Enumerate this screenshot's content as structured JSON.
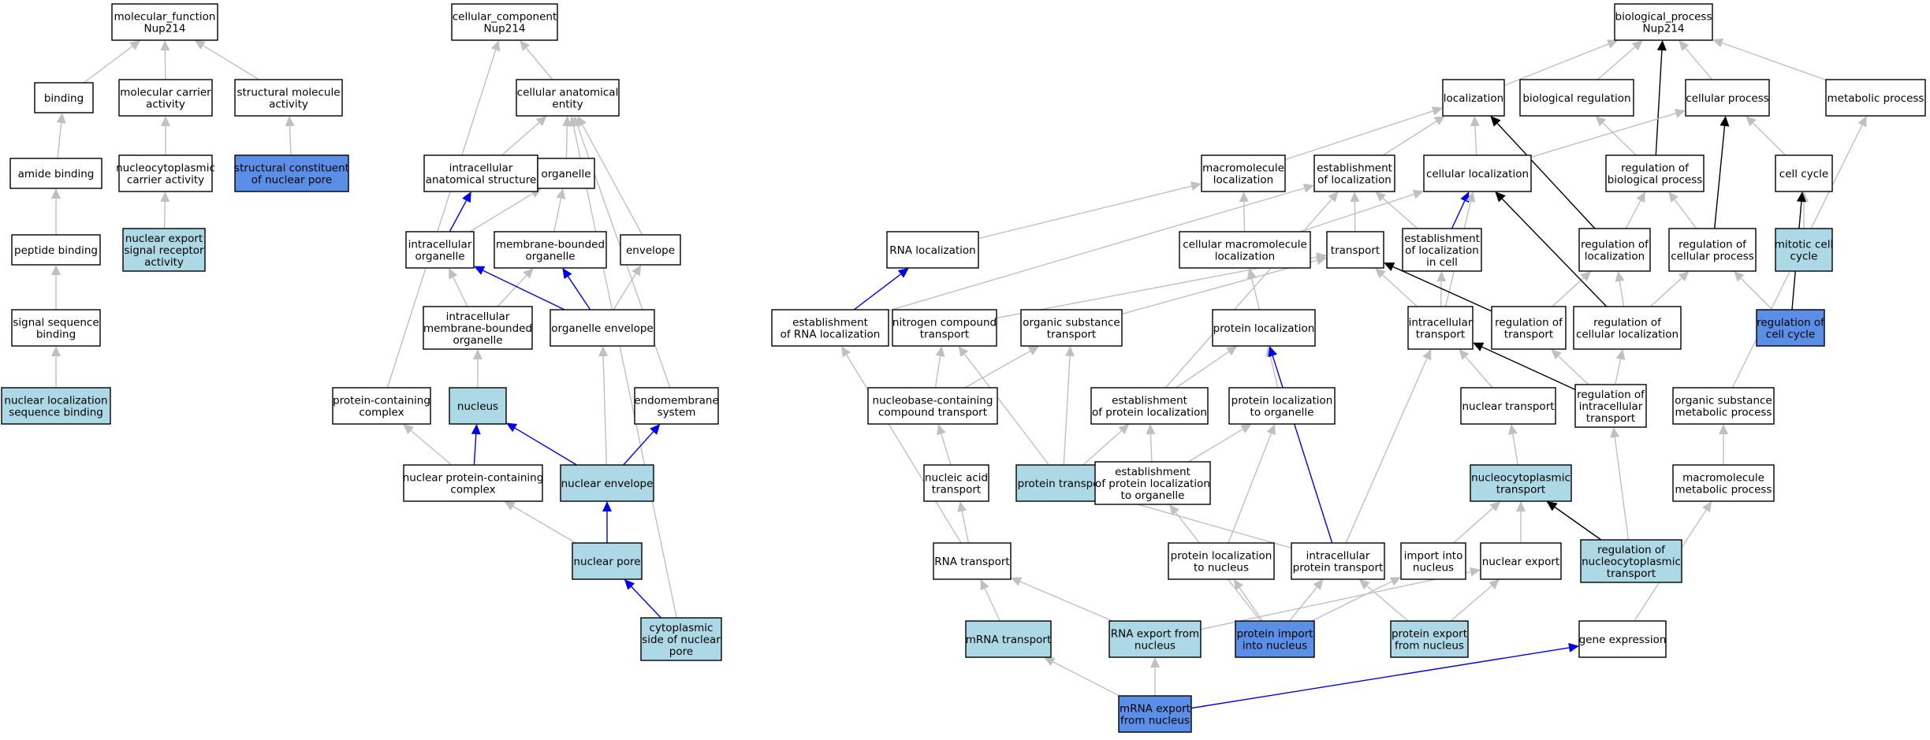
{
  "colors": {
    "white": "#ffffff",
    "light": "#add8e6",
    "dark": "#5b8ee6",
    "grey_edge": "#c0c0c0",
    "blue_edge": "#0000ee",
    "black_edge": "#000000"
  },
  "nodes": [
    {
      "id": "mf",
      "lines": [
        "molecular_function",
        "Nup214"
      ],
      "fill": "white"
    },
    {
      "id": "binding",
      "lines": [
        "binding"
      ],
      "fill": "white"
    },
    {
      "id": "molcarrier",
      "lines": [
        "molecular carrier",
        "activity"
      ],
      "fill": "white"
    },
    {
      "id": "structmol",
      "lines": [
        "structural molecule",
        "activity"
      ],
      "fill": "white"
    },
    {
      "id": "amide",
      "lines": [
        "amide binding"
      ],
      "fill": "white"
    },
    {
      "id": "nccarrier",
      "lines": [
        "nucleocytoplasmic",
        "carrier activity"
      ],
      "fill": "white"
    },
    {
      "id": "structnp",
      "lines": [
        "structural constituent",
        "of nuclear pore"
      ],
      "fill": "dark"
    },
    {
      "id": "peptide",
      "lines": [
        "peptide binding"
      ],
      "fill": "white"
    },
    {
      "id": "nesr",
      "lines": [
        "nuclear export",
        "signal receptor",
        "activity"
      ],
      "fill": "light"
    },
    {
      "id": "sigseq",
      "lines": [
        "signal sequence",
        "binding"
      ],
      "fill": "white"
    },
    {
      "id": "nlsb",
      "lines": [
        "nuclear localization",
        "sequence binding"
      ],
      "fill": "light"
    },
    {
      "id": "cc",
      "lines": [
        "cellular_component",
        "Nup214"
      ],
      "fill": "white"
    },
    {
      "id": "cae",
      "lines": [
        "cellular anatomical",
        "entity"
      ],
      "fill": "white"
    },
    {
      "id": "ias",
      "lines": [
        "intracellular",
        "anatomical structure"
      ],
      "fill": "white"
    },
    {
      "id": "organelle",
      "lines": [
        "organelle"
      ],
      "fill": "white"
    },
    {
      "id": "io",
      "lines": [
        "intracellular",
        "organelle"
      ],
      "fill": "white"
    },
    {
      "id": "mbo",
      "lines": [
        "membrane-bounded",
        "organelle"
      ],
      "fill": "white"
    },
    {
      "id": "envelope",
      "lines": [
        "envelope"
      ],
      "fill": "white"
    },
    {
      "id": "imbo",
      "lines": [
        "intracellular",
        "membrane-bounded",
        "organelle"
      ],
      "fill": "white"
    },
    {
      "id": "oenv",
      "lines": [
        "organelle envelope"
      ],
      "fill": "white"
    },
    {
      "id": "pcc",
      "lines": [
        "protein-containing",
        "complex"
      ],
      "fill": "white"
    },
    {
      "id": "nucleus",
      "lines": [
        "nucleus"
      ],
      "fill": "light"
    },
    {
      "id": "endo",
      "lines": [
        "endomembrane",
        "system"
      ],
      "fill": "white"
    },
    {
      "id": "npcc",
      "lines": [
        "nuclear protein-containing",
        "complex"
      ],
      "fill": "white"
    },
    {
      "id": "nenv",
      "lines": [
        "nuclear envelope"
      ],
      "fill": "light"
    },
    {
      "id": "npore",
      "lines": [
        "nuclear pore"
      ],
      "fill": "light"
    },
    {
      "id": "cytnp",
      "lines": [
        "cytoplasmic",
        "side of nuclear",
        "pore"
      ],
      "fill": "light"
    },
    {
      "id": "bp",
      "lines": [
        "biological_process",
        "Nup214"
      ],
      "fill": "white"
    },
    {
      "id": "loc",
      "lines": [
        "localization"
      ],
      "fill": "white"
    },
    {
      "id": "bioreg",
      "lines": [
        "biological regulation"
      ],
      "fill": "white"
    },
    {
      "id": "cellproc",
      "lines": [
        "cellular process"
      ],
      "fill": "white"
    },
    {
      "id": "metab",
      "lines": [
        "metabolic process"
      ],
      "fill": "white"
    },
    {
      "id": "macroloc",
      "lines": [
        "macromolecule",
        "localization"
      ],
      "fill": "white"
    },
    {
      "id": "estloc",
      "lines": [
        "establishment",
        "of localization"
      ],
      "fill": "white"
    },
    {
      "id": "cellloc",
      "lines": [
        "cellular localization"
      ],
      "fill": "white"
    },
    {
      "id": "regbio",
      "lines": [
        "regulation of",
        "biological process"
      ],
      "fill": "white"
    },
    {
      "id": "cellcycle",
      "lines": [
        "cell cycle"
      ],
      "fill": "white"
    },
    {
      "id": "rnaloc",
      "lines": [
        "RNA localization"
      ],
      "fill": "white"
    },
    {
      "id": "cmloc",
      "lines": [
        "cellular macromolecule",
        "localization"
      ],
      "fill": "white"
    },
    {
      "id": "transport",
      "lines": [
        "transport"
      ],
      "fill": "white"
    },
    {
      "id": "estlocincell",
      "lines": [
        "establishment",
        "of localization",
        "in cell"
      ],
      "fill": "white"
    },
    {
      "id": "regloc",
      "lines": [
        "regulation of",
        "localization"
      ],
      "fill": "white"
    },
    {
      "id": "regcp",
      "lines": [
        "regulation of",
        "cellular process"
      ],
      "fill": "white"
    },
    {
      "id": "mitotic",
      "lines": [
        "mitotic cell",
        "cycle"
      ],
      "fill": "light"
    },
    {
      "id": "estrna",
      "lines": [
        "establishment",
        "of RNA localization"
      ],
      "fill": "white"
    },
    {
      "id": "ncmp",
      "lines": [
        "nitrogen compound",
        "transport"
      ],
      "fill": "white"
    },
    {
      "id": "ost",
      "lines": [
        "organic substance",
        "transport"
      ],
      "fill": "white"
    },
    {
      "id": "protloc",
      "lines": [
        "protein localization"
      ],
      "fill": "white"
    },
    {
      "id": "ictrans",
      "lines": [
        "intracellular",
        "transport"
      ],
      "fill": "white"
    },
    {
      "id": "regtrans",
      "lines": [
        "regulation of",
        "transport"
      ],
      "fill": "white"
    },
    {
      "id": "regcellloc",
      "lines": [
        "regulation of",
        "cellular localization"
      ],
      "fill": "white"
    },
    {
      "id": "regcc",
      "lines": [
        "regulation of",
        "cell cycle"
      ],
      "fill": "dark"
    },
    {
      "id": "nbct",
      "lines": [
        "nucleobase-containing",
        "compound transport"
      ],
      "fill": "white"
    },
    {
      "id": "estprot",
      "lines": [
        "establishment",
        "of protein localization"
      ],
      "fill": "white"
    },
    {
      "id": "protlocorg",
      "lines": [
        "protein localization",
        "to organelle"
      ],
      "fill": "white"
    },
    {
      "id": "nuctrans",
      "lines": [
        "nuclear transport"
      ],
      "fill": "white"
    },
    {
      "id": "regict",
      "lines": [
        "regulation of",
        "intracellular",
        "transport"
      ],
      "fill": "white"
    },
    {
      "id": "osmp",
      "lines": [
        "organic substance",
        "metabolic process"
      ],
      "fill": "white"
    },
    {
      "id": "nat",
      "lines": [
        "nucleic acid",
        "transport"
      ],
      "fill": "white"
    },
    {
      "id": "prottrans",
      "lines": [
        "protein transport"
      ],
      "fill": "light"
    },
    {
      "id": "estprotorg",
      "lines": [
        "establishment",
        "of protein localization",
        "to organelle"
      ],
      "fill": "white"
    },
    {
      "id": "nctrans",
      "lines": [
        "nucleocytoplasmic",
        "transport"
      ],
      "fill": "light"
    },
    {
      "id": "mmp",
      "lines": [
        "macromolecule",
        "metabolic process"
      ],
      "fill": "white"
    },
    {
      "id": "rnatrans",
      "lines": [
        "RNA transport"
      ],
      "fill": "white"
    },
    {
      "id": "protlocnuc",
      "lines": [
        "protein localization",
        "to nucleus"
      ],
      "fill": "white"
    },
    {
      "id": "icprottrans",
      "lines": [
        "intracellular",
        "protein transport"
      ],
      "fill": "white"
    },
    {
      "id": "importnuc",
      "lines": [
        "import into",
        "nucleus"
      ],
      "fill": "white"
    },
    {
      "id": "nexport",
      "lines": [
        "nuclear export"
      ],
      "fill": "white"
    },
    {
      "id": "regnct",
      "lines": [
        "regulation of",
        "nucleocytoplasmic",
        "transport"
      ],
      "fill": "light"
    },
    {
      "id": "mrnatrans",
      "lines": [
        "mRNA transport"
      ],
      "fill": "light"
    },
    {
      "id": "rnaexport",
      "lines": [
        "RNA export from",
        "nucleus"
      ],
      "fill": "light"
    },
    {
      "id": "protimport",
      "lines": [
        "protein import",
        "into nucleus"
      ],
      "fill": "dark"
    },
    {
      "id": "protexport",
      "lines": [
        "protein export",
        "from nucleus"
      ],
      "fill": "light"
    },
    {
      "id": "geneexp",
      "lines": [
        "gene expression"
      ],
      "fill": "white"
    },
    {
      "id": "mrnaexport",
      "lines": [
        "mRNA export",
        "from nucleus"
      ],
      "fill": "dark"
    }
  ],
  "edges": [
    [
      "binding",
      "mf",
      "grey"
    ],
    [
      "molcarrier",
      "mf",
      "grey"
    ],
    [
      "structmol",
      "mf",
      "grey"
    ],
    [
      "amide",
      "binding",
      "grey"
    ],
    [
      "nccarrier",
      "molcarrier",
      "grey"
    ],
    [
      "structnp",
      "structmol",
      "grey"
    ],
    [
      "peptide",
      "amide",
      "grey"
    ],
    [
      "nesr",
      "nccarrier",
      "grey"
    ],
    [
      "sigseq",
      "peptide",
      "grey"
    ],
    [
      "nlsb",
      "sigseq",
      "grey"
    ],
    [
      "cae",
      "cc",
      "grey"
    ],
    [
      "pcc",
      "cc",
      "grey"
    ],
    [
      "ias",
      "cae",
      "grey"
    ],
    [
      "organelle",
      "cae",
      "grey"
    ],
    [
      "envelope",
      "cae",
      "grey"
    ],
    [
      "endo",
      "cae",
      "grey"
    ],
    [
      "cytnp",
      "cae",
      "grey"
    ],
    [
      "io",
      "ias",
      "blue"
    ],
    [
      "io",
      "organelle",
      "grey"
    ],
    [
      "mbo",
      "organelle",
      "grey"
    ],
    [
      "imbo",
      "io",
      "grey"
    ],
    [
      "imbo",
      "mbo",
      "grey"
    ],
    [
      "oenv",
      "io",
      "blue"
    ],
    [
      "oenv",
      "mbo",
      "blue"
    ],
    [
      "oenv",
      "envelope",
      "grey"
    ],
    [
      "nucleus",
      "imbo",
      "grey"
    ],
    [
      "npcc",
      "pcc",
      "grey"
    ],
    [
      "npcc",
      "nucleus",
      "blue"
    ],
    [
      "nenv",
      "nucleus",
      "blue"
    ],
    [
      "nenv",
      "oenv",
      "grey"
    ],
    [
      "nenv",
      "endo",
      "blue"
    ],
    [
      "npore",
      "npcc",
      "grey"
    ],
    [
      "npore",
      "nenv",
      "blue"
    ],
    [
      "cytnp",
      "npore",
      "blue"
    ],
    [
      "loc",
      "bp",
      "grey"
    ],
    [
      "bioreg",
      "bp",
      "grey"
    ],
    [
      "cellproc",
      "bp",
      "grey"
    ],
    [
      "metab",
      "bp",
      "grey"
    ],
    [
      "regbio",
      "bp",
      "black"
    ],
    [
      "macroloc",
      "loc",
      "grey"
    ],
    [
      "estloc",
      "loc",
      "grey"
    ],
    [
      "cellloc",
      "loc",
      "grey"
    ],
    [
      "cellloc",
      "cellproc",
      "grey"
    ],
    [
      "regbio",
      "bioreg",
      "grey"
    ],
    [
      "cellcycle",
      "cellproc",
      "grey"
    ],
    [
      "regcp",
      "cellproc",
      "black"
    ],
    [
      "rnaloc",
      "macroloc",
      "grey"
    ],
    [
      "cmloc",
      "macroloc",
      "grey"
    ],
    [
      "transport",
      "estloc",
      "grey"
    ],
    [
      "estlocincell",
      "estloc",
      "grey"
    ],
    [
      "estlocincell",
      "cellloc",
      "blue"
    ],
    [
      "cmloc",
      "cellloc",
      "grey"
    ],
    [
      "regloc",
      "regbio",
      "grey"
    ],
    [
      "regcp",
      "regbio",
      "grey"
    ],
    [
      "regloc",
      "loc",
      "black"
    ],
    [
      "mitotic",
      "cellcycle",
      "grey"
    ],
    [
      "regcc",
      "cellcycle",
      "black"
    ],
    [
      "regcc",
      "regcp",
      "grey"
    ],
    [
      "estrna",
      "rnaloc",
      "blue"
    ],
    [
      "estrna",
      "estloc",
      "grey"
    ],
    [
      "ncmp",
      "transport",
      "grey"
    ],
    [
      "ost",
      "transport",
      "grey"
    ],
    [
      "protloc",
      "cmloc",
      "grey"
    ],
    [
      "ictrans",
      "transport",
      "grey"
    ],
    [
      "ictrans",
      "estlocincell",
      "grey"
    ],
    [
      "ictrans",
      "cellloc",
      "grey"
    ],
    [
      "regtrans",
      "regloc",
      "grey"
    ],
    [
      "regtrans",
      "transport",
      "black"
    ],
    [
      "regcellloc",
      "regloc",
      "grey"
    ],
    [
      "regcellloc",
      "regcp",
      "grey"
    ],
    [
      "regcellloc",
      "cellloc",
      "black"
    ],
    [
      "nbct",
      "ncmp",
      "grey"
    ],
    [
      "nbct",
      "ost",
      "grey"
    ],
    [
      "estprot",
      "protloc",
      "grey"
    ],
    [
      "estprot",
      "estloc",
      "grey"
    ],
    [
      "protlocorg",
      "protloc",
      "grey"
    ],
    [
      "nuctrans",
      "ictrans",
      "grey"
    ],
    [
      "regict",
      "regtrans",
      "grey"
    ],
    [
      "regict",
      "regcellloc",
      "grey"
    ],
    [
      "regict",
      "ictrans",
      "black"
    ],
    [
      "osmp",
      "metab",
      "grey"
    ],
    [
      "nat",
      "nbct",
      "grey"
    ],
    [
      "prottrans",
      "ost",
      "grey"
    ],
    [
      "prottrans",
      "ncmp",
      "grey"
    ],
    [
      "prottrans",
      "estprot",
      "grey"
    ],
    [
      "estprotorg",
      "estprot",
      "grey"
    ],
    [
      "estprotorg",
      "protlocorg",
      "grey"
    ],
    [
      "nctrans",
      "nuctrans",
      "grey"
    ],
    [
      "regnct",
      "nctrans",
      "black"
    ],
    [
      "regnct",
      "regict",
      "grey"
    ],
    [
      "mmp",
      "osmp",
      "grey"
    ],
    [
      "rnatrans",
      "nat",
      "grey"
    ],
    [
      "rnatrans",
      "estrna",
      "grey"
    ],
    [
      "protlocnuc",
      "protlocorg",
      "grey"
    ],
    [
      "icprottrans",
      "prottrans",
      "grey"
    ],
    [
      "icprottrans",
      "ictrans",
      "grey"
    ],
    [
      "icprottrans",
      "protloc",
      "blue"
    ],
    [
      "importnuc",
      "nctrans",
      "grey"
    ],
    [
      "nexport",
      "nctrans",
      "grey"
    ],
    [
      "mrnatrans",
      "rnatrans",
      "grey"
    ],
    [
      "rnaexport",
      "rnatrans",
      "grey"
    ],
    [
      "rnaexport",
      "nexport",
      "grey"
    ],
    [
      "protimport",
      "protlocnuc",
      "grey"
    ],
    [
      "protimport",
      "icprottrans",
      "grey"
    ],
    [
      "protimport",
      "importnuc",
      "grey"
    ],
    [
      "protimport",
      "estprotorg",
      "grey"
    ],
    [
      "protexport",
      "icprottrans",
      "grey"
    ],
    [
      "protexport",
      "nexport",
      "grey"
    ],
    [
      "geneexp",
      "mmp",
      "grey"
    ],
    [
      "mrnaexport",
      "mrnatrans",
      "grey"
    ],
    [
      "mrnaexport",
      "rnaexport",
      "grey"
    ],
    [
      "mrnaexport",
      "geneexp",
      "blue"
    ]
  ]
}
